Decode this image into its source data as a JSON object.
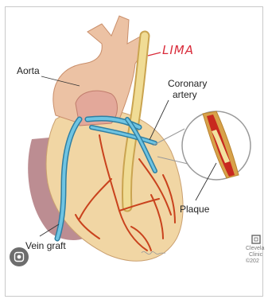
{
  "labels": {
    "aorta": "Aorta",
    "lima": "LIMA",
    "coronary_artery_line1": "Coronary",
    "coronary_artery_line2": "artery",
    "plaque": "Plaque",
    "vein_graft": "Vein graft"
  },
  "credit": {
    "line1": "Clevela",
    "line2": "Clinic",
    "line3": "©202"
  },
  "icons": {
    "lens": "lens-search-icon",
    "clinic_logo": "clinic-logo-icon"
  },
  "colors": {
    "heart_fill": "#f1d6a4",
    "heart_left_shade": "#b0797f",
    "aorta_fill": "#ecc2a4",
    "vein_graft": "#5fb8d8",
    "lima_graft": "#e8d08a",
    "vessels": "#c9421d",
    "lima_handwriting": "#d92b3a"
  }
}
